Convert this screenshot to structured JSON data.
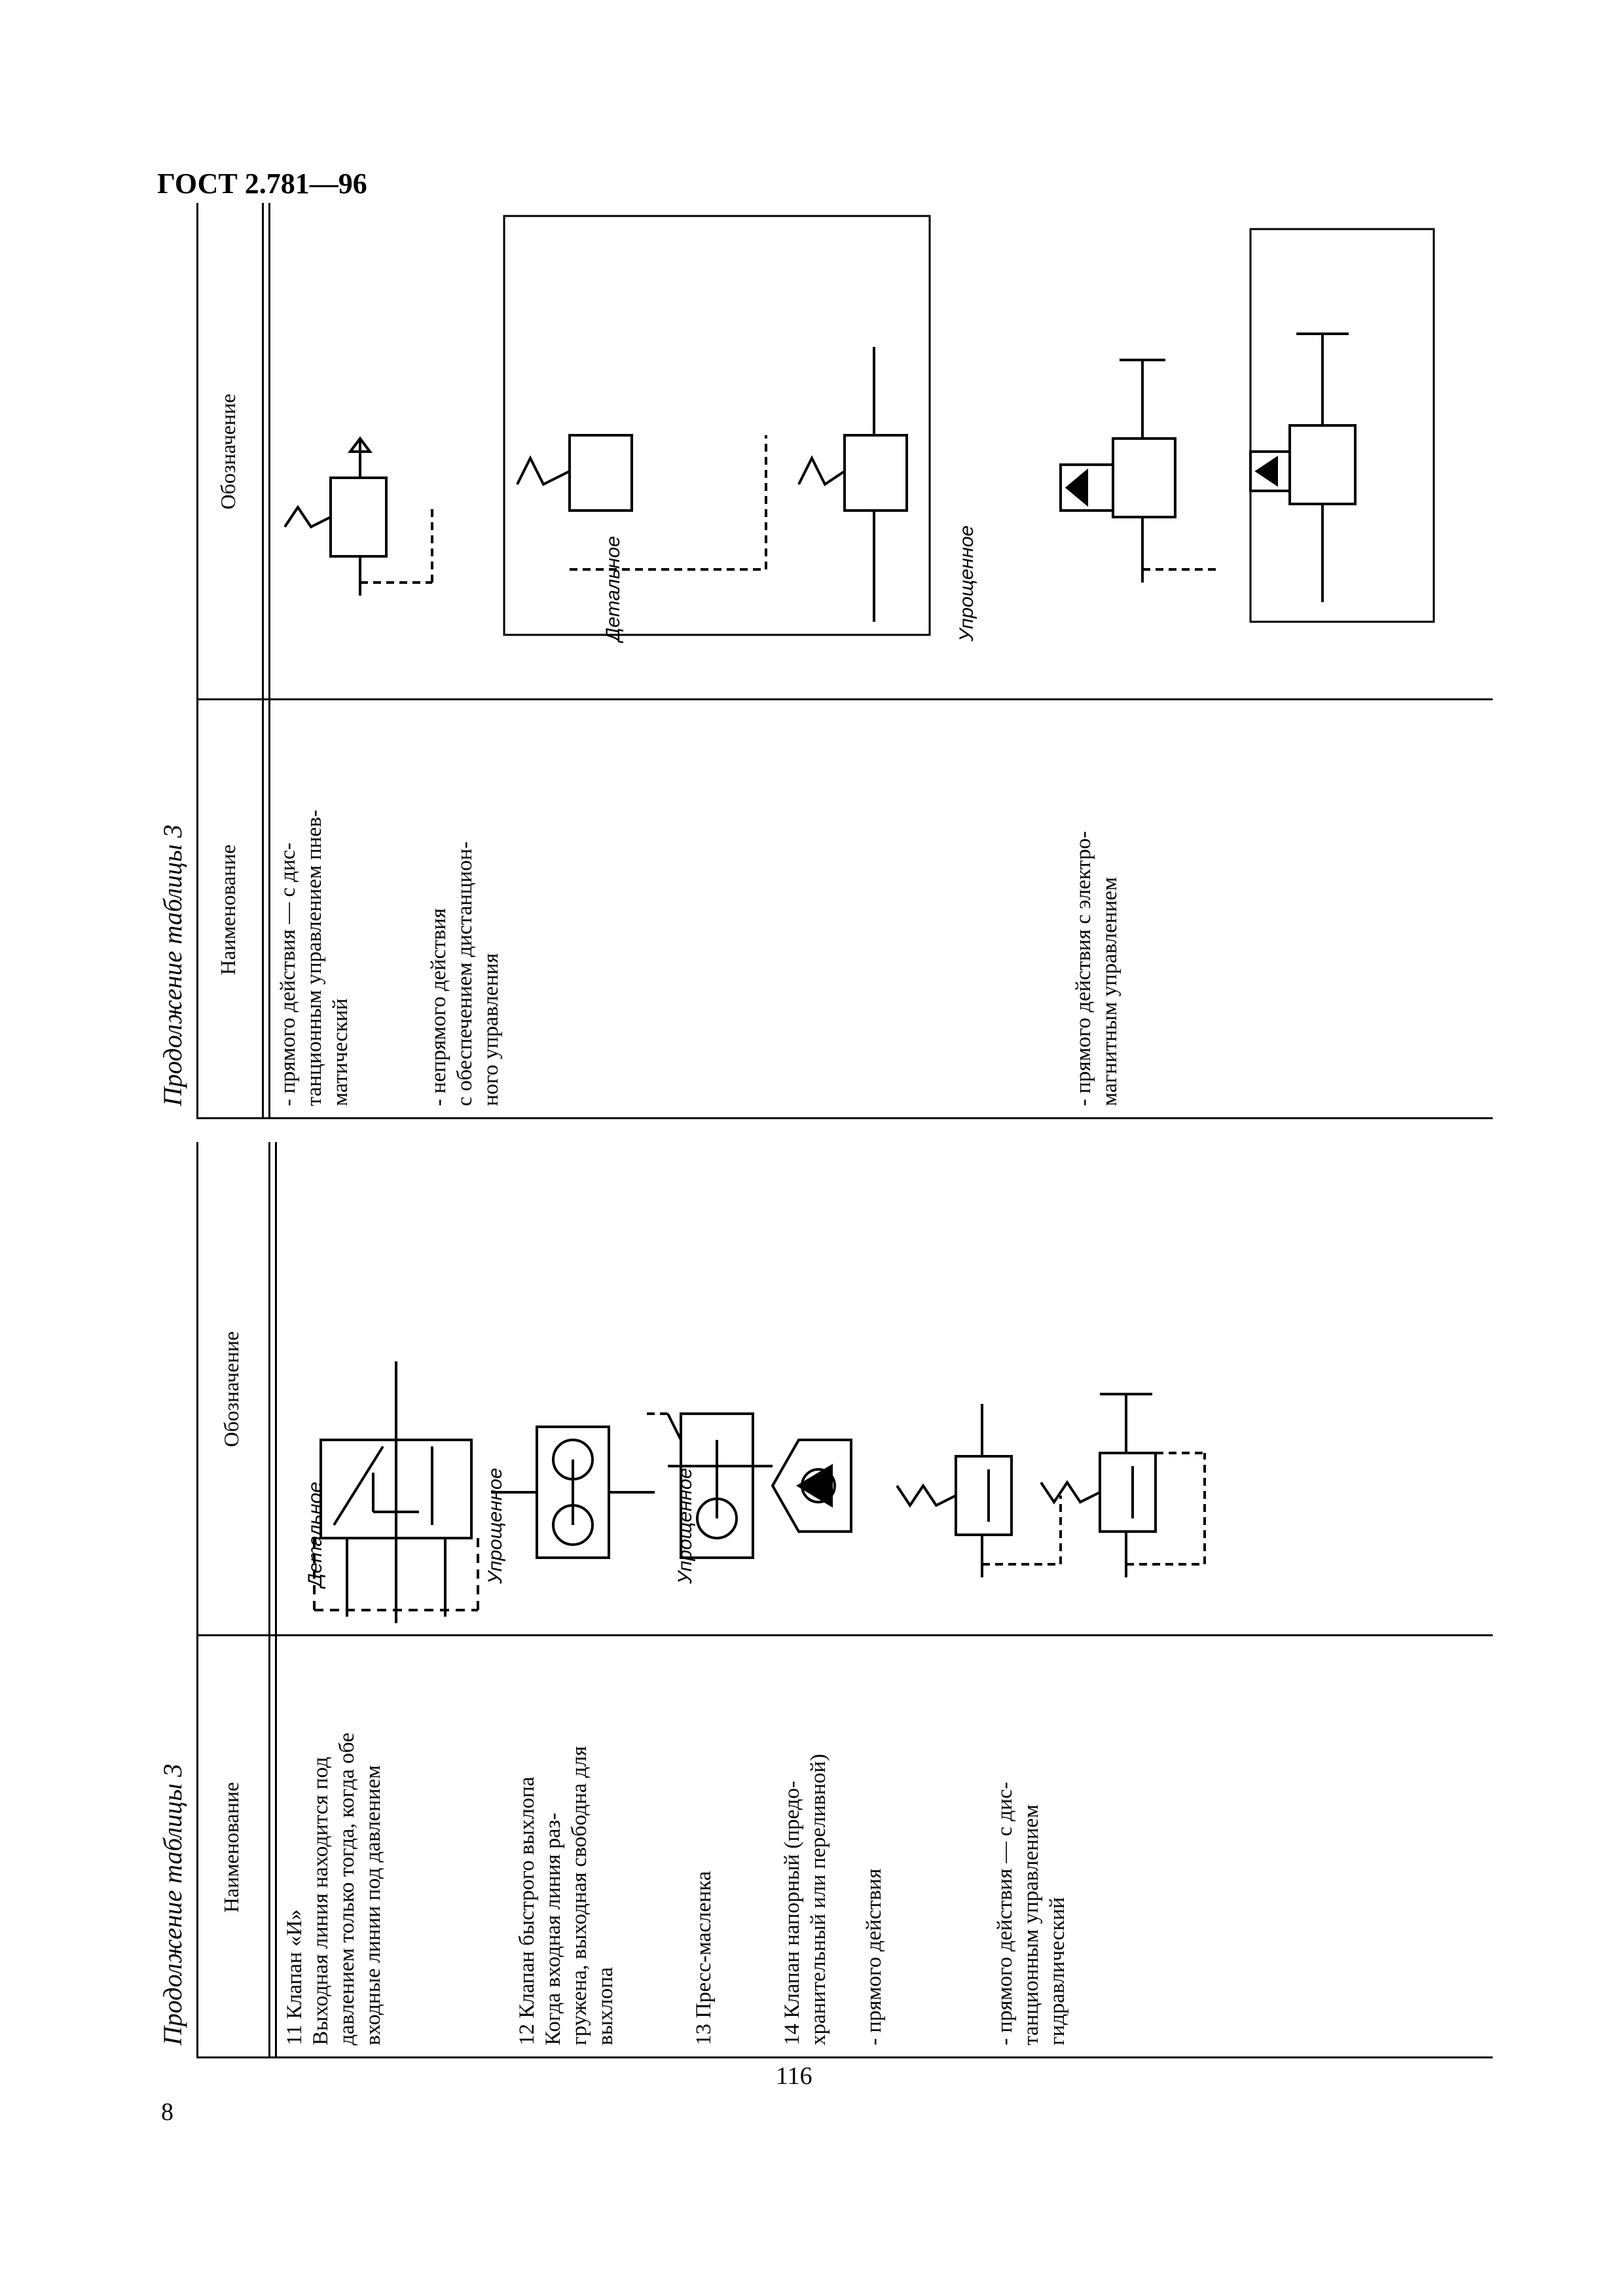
{
  "header": {
    "standard": "ГОСТ 2.781—96"
  },
  "page_numbers": {
    "left": "8",
    "center": "116"
  },
  "tables": [
    {
      "caption": "Продолжение таблицы 3",
      "columns": {
        "name": "Наименование",
        "symbol": "Обозначение"
      },
      "rows": [
        {
          "lines": [
            "11  Клапан «И»",
            "Выходная линия находится под",
            "давлением только тогда, когда обе",
            "входные линии под давлением"
          ],
          "labels": [
            "Детальное",
            "Упрощенное"
          ]
        },
        {
          "lines": [
            "12  Клапан быстрого выхлопа",
            "Когда   входная   линия   раз-",
            "гружена, выходная свободна для",
            "выхлопа"
          ],
          "labels": [
            "Упрощенное"
          ]
        },
        {
          "lines": [
            "13  Пресс-масленка"
          ],
          "labels": []
        },
        {
          "lines": [
            "14  Клапан  напорный  (предо-",
            "хранительный или переливной)"
          ],
          "labels": []
        },
        {
          "lines": [
            "-  прямого действия"
          ],
          "labels": []
        },
        {
          "lines": [
            "-  прямого  действия — с  дис-",
            "танционным          управлением",
            "гидравлический"
          ],
          "labels": []
        }
      ]
    },
    {
      "caption": "Продолжение таблицы 3",
      "columns": {
        "name": "Наименование",
        "symbol": "Обозначение"
      },
      "rows": [
        {
          "lines": [
            "-  прямого   действия — с   дис-",
            "танционным управлением пнев-",
            "матический"
          ],
          "labels": []
        },
        {
          "lines": [
            "-  непрямого действия",
            "с   обеспечением   дистанцион-",
            "ного управления"
          ],
          "labels": [
            "Детальное",
            "Упрощенное"
          ]
        },
        {
          "lines": [
            "-  прямого действия с электро-",
            "магнитным управлением"
          ],
          "labels": []
        }
      ]
    }
  ]
}
